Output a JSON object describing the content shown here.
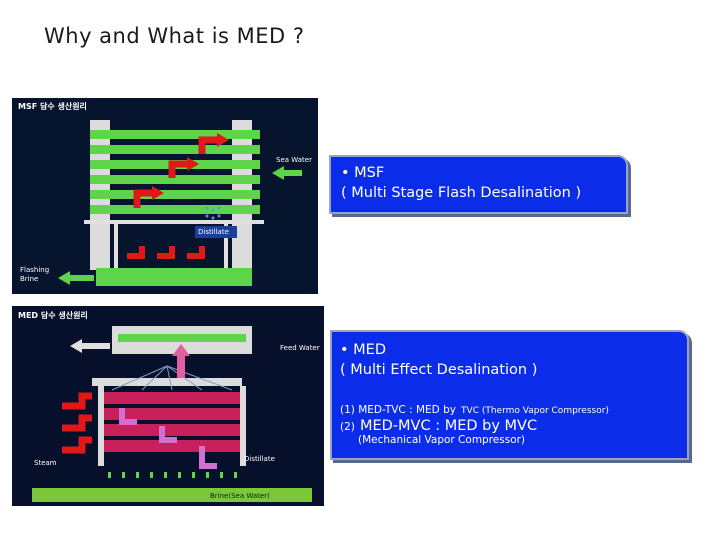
{
  "title": "Why and What is MED ?",
  "msf_diagram": {
    "header": "MSF 담수 생산원리",
    "sea_water": "Sea Water",
    "distillate": "Distillate",
    "flashing": "Flashing",
    "brine": "Brine"
  },
  "med_diagram": {
    "header": "MED 담수 생산원리",
    "feed_water": "Feed Water",
    "steam": "Steam",
    "distillate": "Distillate",
    "brine": "Brine(Sea Water)"
  },
  "msf_box": {
    "line1": "• MSF",
    "line2": "( Multi Stage Flash Desalination )"
  },
  "med_box": {
    "line1": "• MED",
    "line2": "( Multi Effect Desalination )",
    "item1_prefix": "(1) MED-TVC : MED by",
    "item1_suffix": "TVC (Thermo Vapor Compressor)",
    "item2_num": "(2)",
    "item2_main": "MED-MVC : MED by MVC",
    "item2_sub": "(Mechanical Vapor Compressor)"
  },
  "colors": {
    "box_fill": "#0b2ce8",
    "diagram_bg": "#06142e",
    "stage_green": "#5ed44a",
    "arrow_red": "#e01818"
  }
}
